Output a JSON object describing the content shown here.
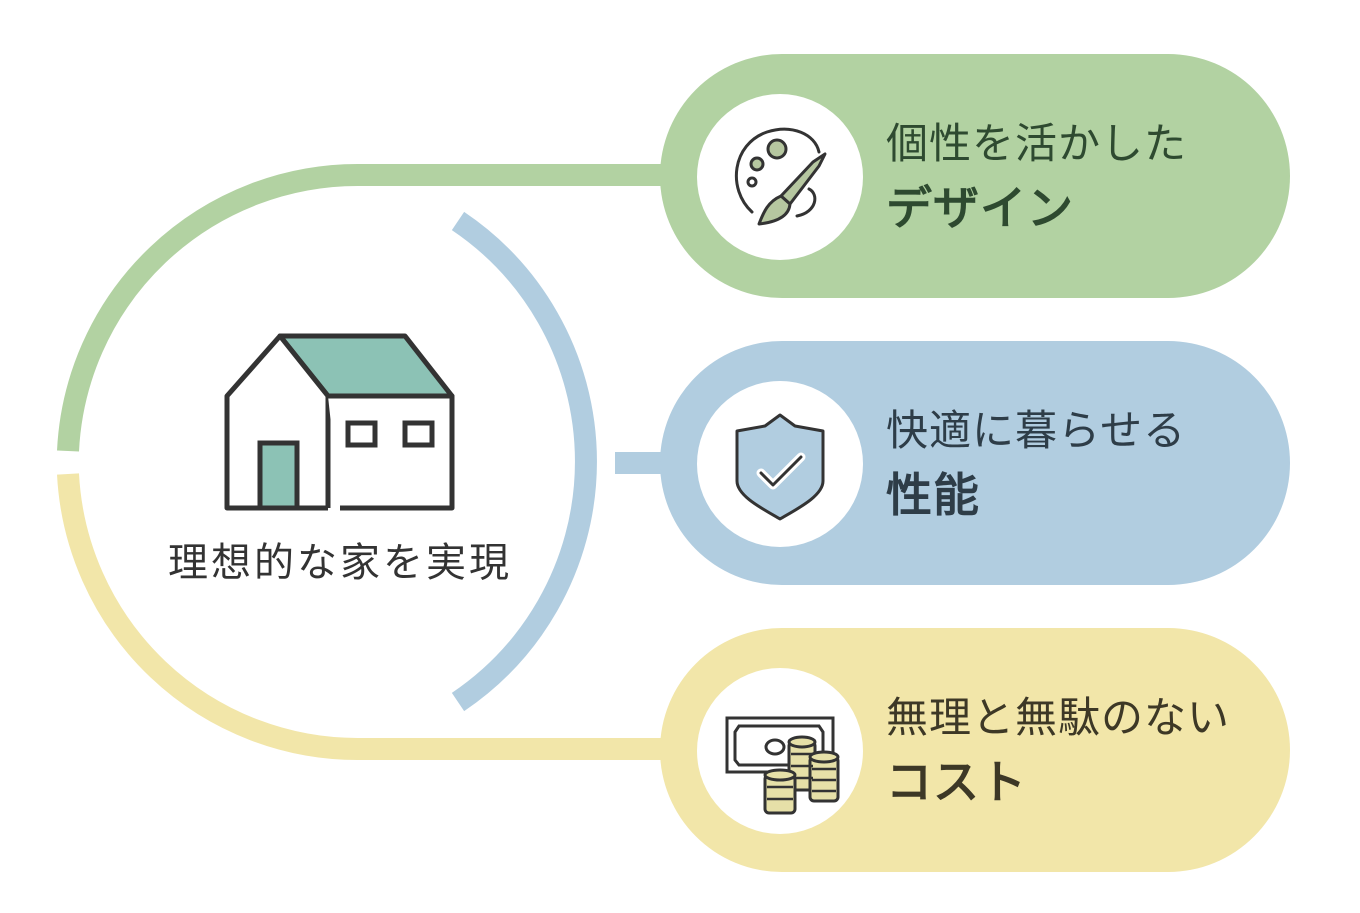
{
  "center": {
    "label": "理想的な家を実現",
    "icon": "house-icon"
  },
  "items": [
    {
      "id": "design",
      "line1": "個性を活かした",
      "line2": "デザイン",
      "icon": "palette-brush-icon",
      "color": "#b2d2a2"
    },
    {
      "id": "performance",
      "line1": "快適に暮らせる",
      "line2": "性能",
      "icon": "shield-check-icon",
      "color": "#b1cde0"
    },
    {
      "id": "cost",
      "line1": "無理と無駄のない",
      "line2": "コスト",
      "icon": "money-coins-icon",
      "color": "#f2e6a9"
    }
  ],
  "colors": {
    "green": "#b2d2a2",
    "blue": "#b1cde0",
    "yellow": "#f2e6a9",
    "house_accent": "#8cc2b5",
    "outline": "#333333"
  }
}
